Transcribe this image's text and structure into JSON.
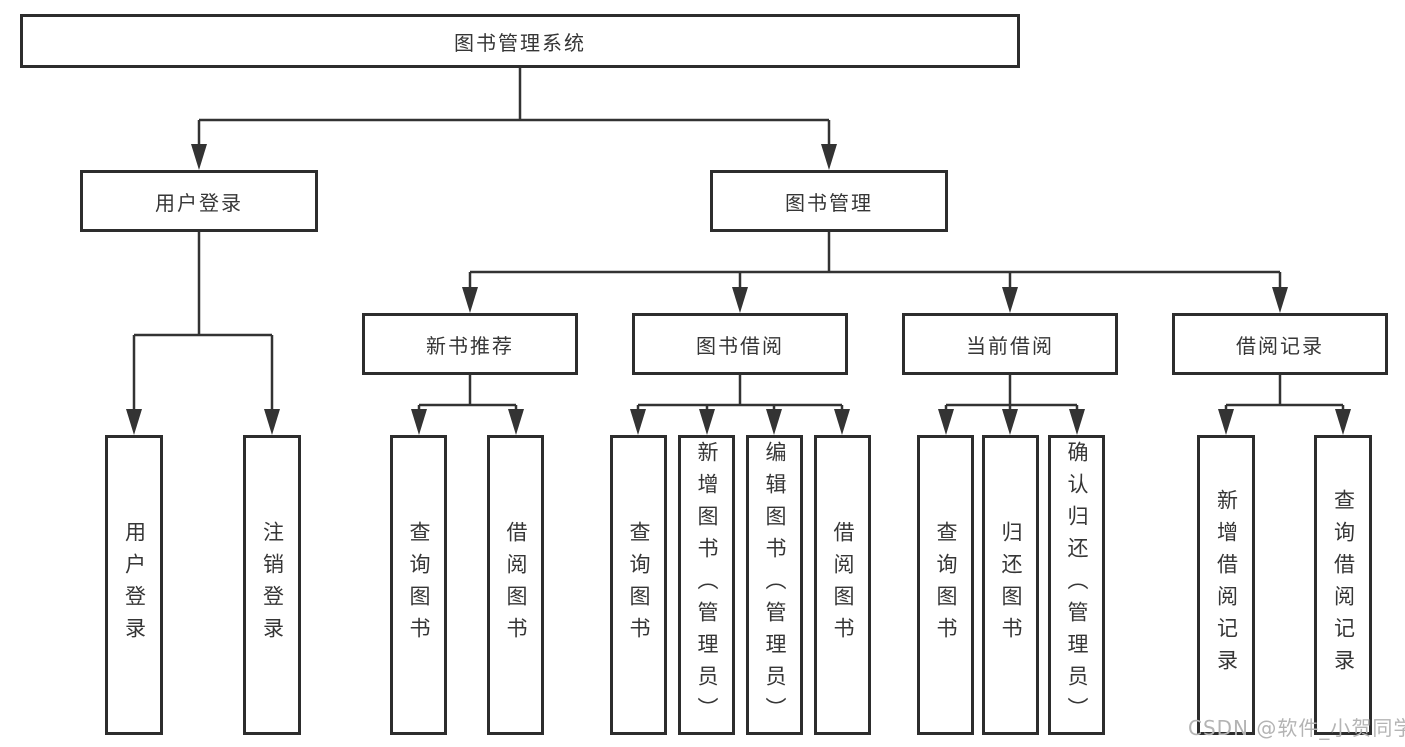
{
  "colors": {
    "line": "#333333",
    "box_border": "#2d2d2d",
    "text": "#363636",
    "watermark": "#b4b4b4",
    "background": "#ffffff"
  },
  "tree": {
    "root": "图书管理系统",
    "branches": [
      {
        "label": "用户登录",
        "leaves": [
          "用户登录",
          "注销登录"
        ]
      },
      {
        "label": "图书管理",
        "groups": [
          {
            "label": "新书推荐",
            "leaves": [
              "查询图书",
              "借阅图书"
            ]
          },
          {
            "label": "图书借阅",
            "leaves": [
              "查询图书",
              "新增图书（管理员）",
              "编辑图书（管理员）",
              "借阅图书"
            ]
          },
          {
            "label": "当前借阅",
            "leaves": [
              "查询图书",
              "归还图书",
              "确认归还（管理员）"
            ]
          },
          {
            "label": "借阅记录",
            "leaves": [
              "新增借阅记录",
              "查询借阅记录"
            ]
          }
        ]
      }
    ]
  },
  "watermark": "CSDN @软件_小贺同学"
}
